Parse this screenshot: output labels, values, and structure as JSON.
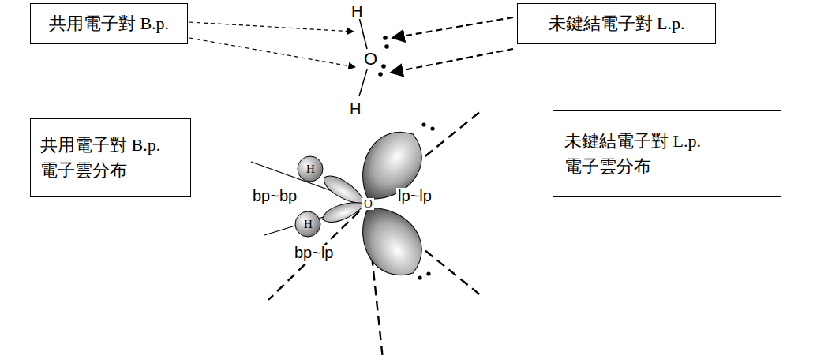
{
  "diagram": {
    "nodes": [
      {
        "text": [
          "共用電子對 B.p."
        ]
      },
      {
        "text": [
          "未鍵結電子對 L.p."
        ]
      },
      {
        "text": [
          "共用電子對 B.p. 電子雲分布"
        ]
      },
      {
        "text": [
          "未鍵結電子對 L.p. 電子雲分布"
        ]
      }
    ],
    "labels": [
      "H",
      "O",
      "H",
      "H",
      "O",
      "H",
      "bp~bp",
      "lp~lp",
      "bp~lp"
    ]
  }
}
